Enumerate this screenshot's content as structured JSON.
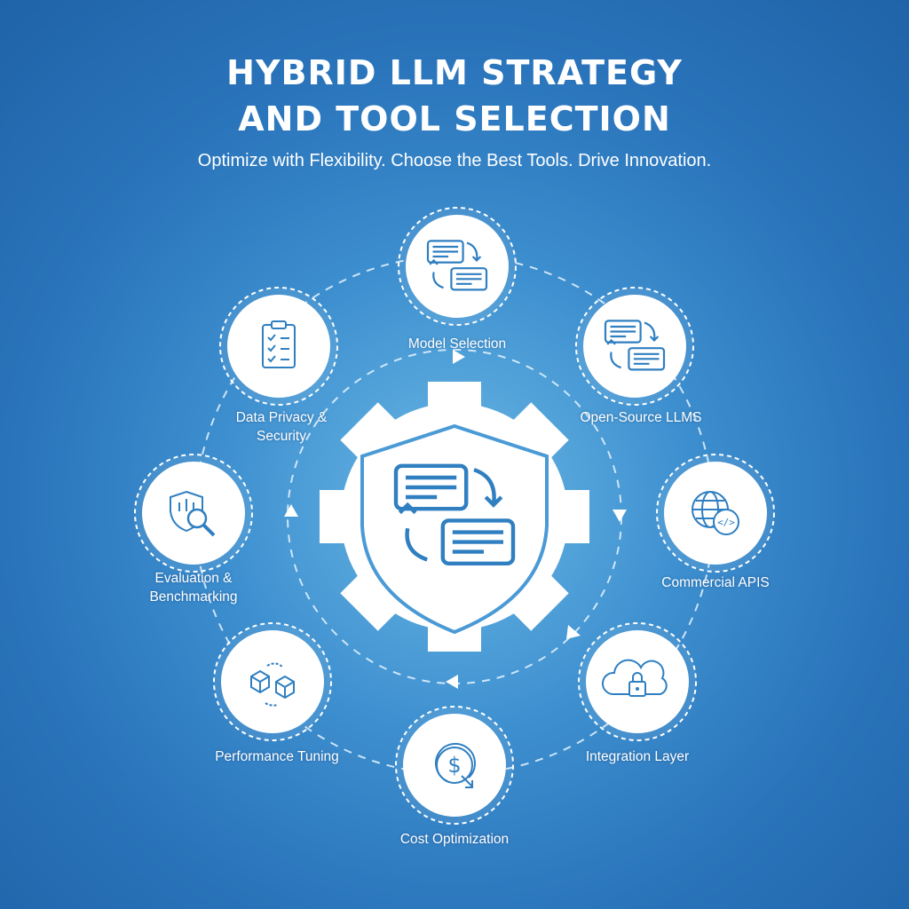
{
  "header": {
    "title_line1": "HYBRID LLM STRATEGY",
    "title_line2": "AND TOOL SELECTION",
    "subtitle": "Optimize with Flexibility. Choose the Best Tools. Drive Innovation."
  },
  "center": {
    "icon": "gear-shield-exchange-icon"
  },
  "nodes": [
    {
      "label": "Model Selection",
      "icon": "document-exchange-icon"
    },
    {
      "label": "Open-Source LLMS",
      "icon": "document-exchange-icon"
    },
    {
      "label": "Commercial APIS",
      "icon": "globe-code-icon"
    },
    {
      "label": "Integration Layer",
      "icon": "cloud-lock-icon"
    },
    {
      "label": "Cost Optimization",
      "icon": "dollar-down-icon"
    },
    {
      "label": "Performance Tuning",
      "icon": "cubes-cycle-icon"
    },
    {
      "label": "Evaluation & Benchmarking",
      "icon": "shield-magnifier-icon"
    },
    {
      "label": "Data Privacy & Security",
      "icon": "clipboard-checklist-icon"
    }
  ],
  "colors": {
    "accent": "#2f7fc1",
    "background": "#2a74bb",
    "node_fill": "#ffffff"
  }
}
